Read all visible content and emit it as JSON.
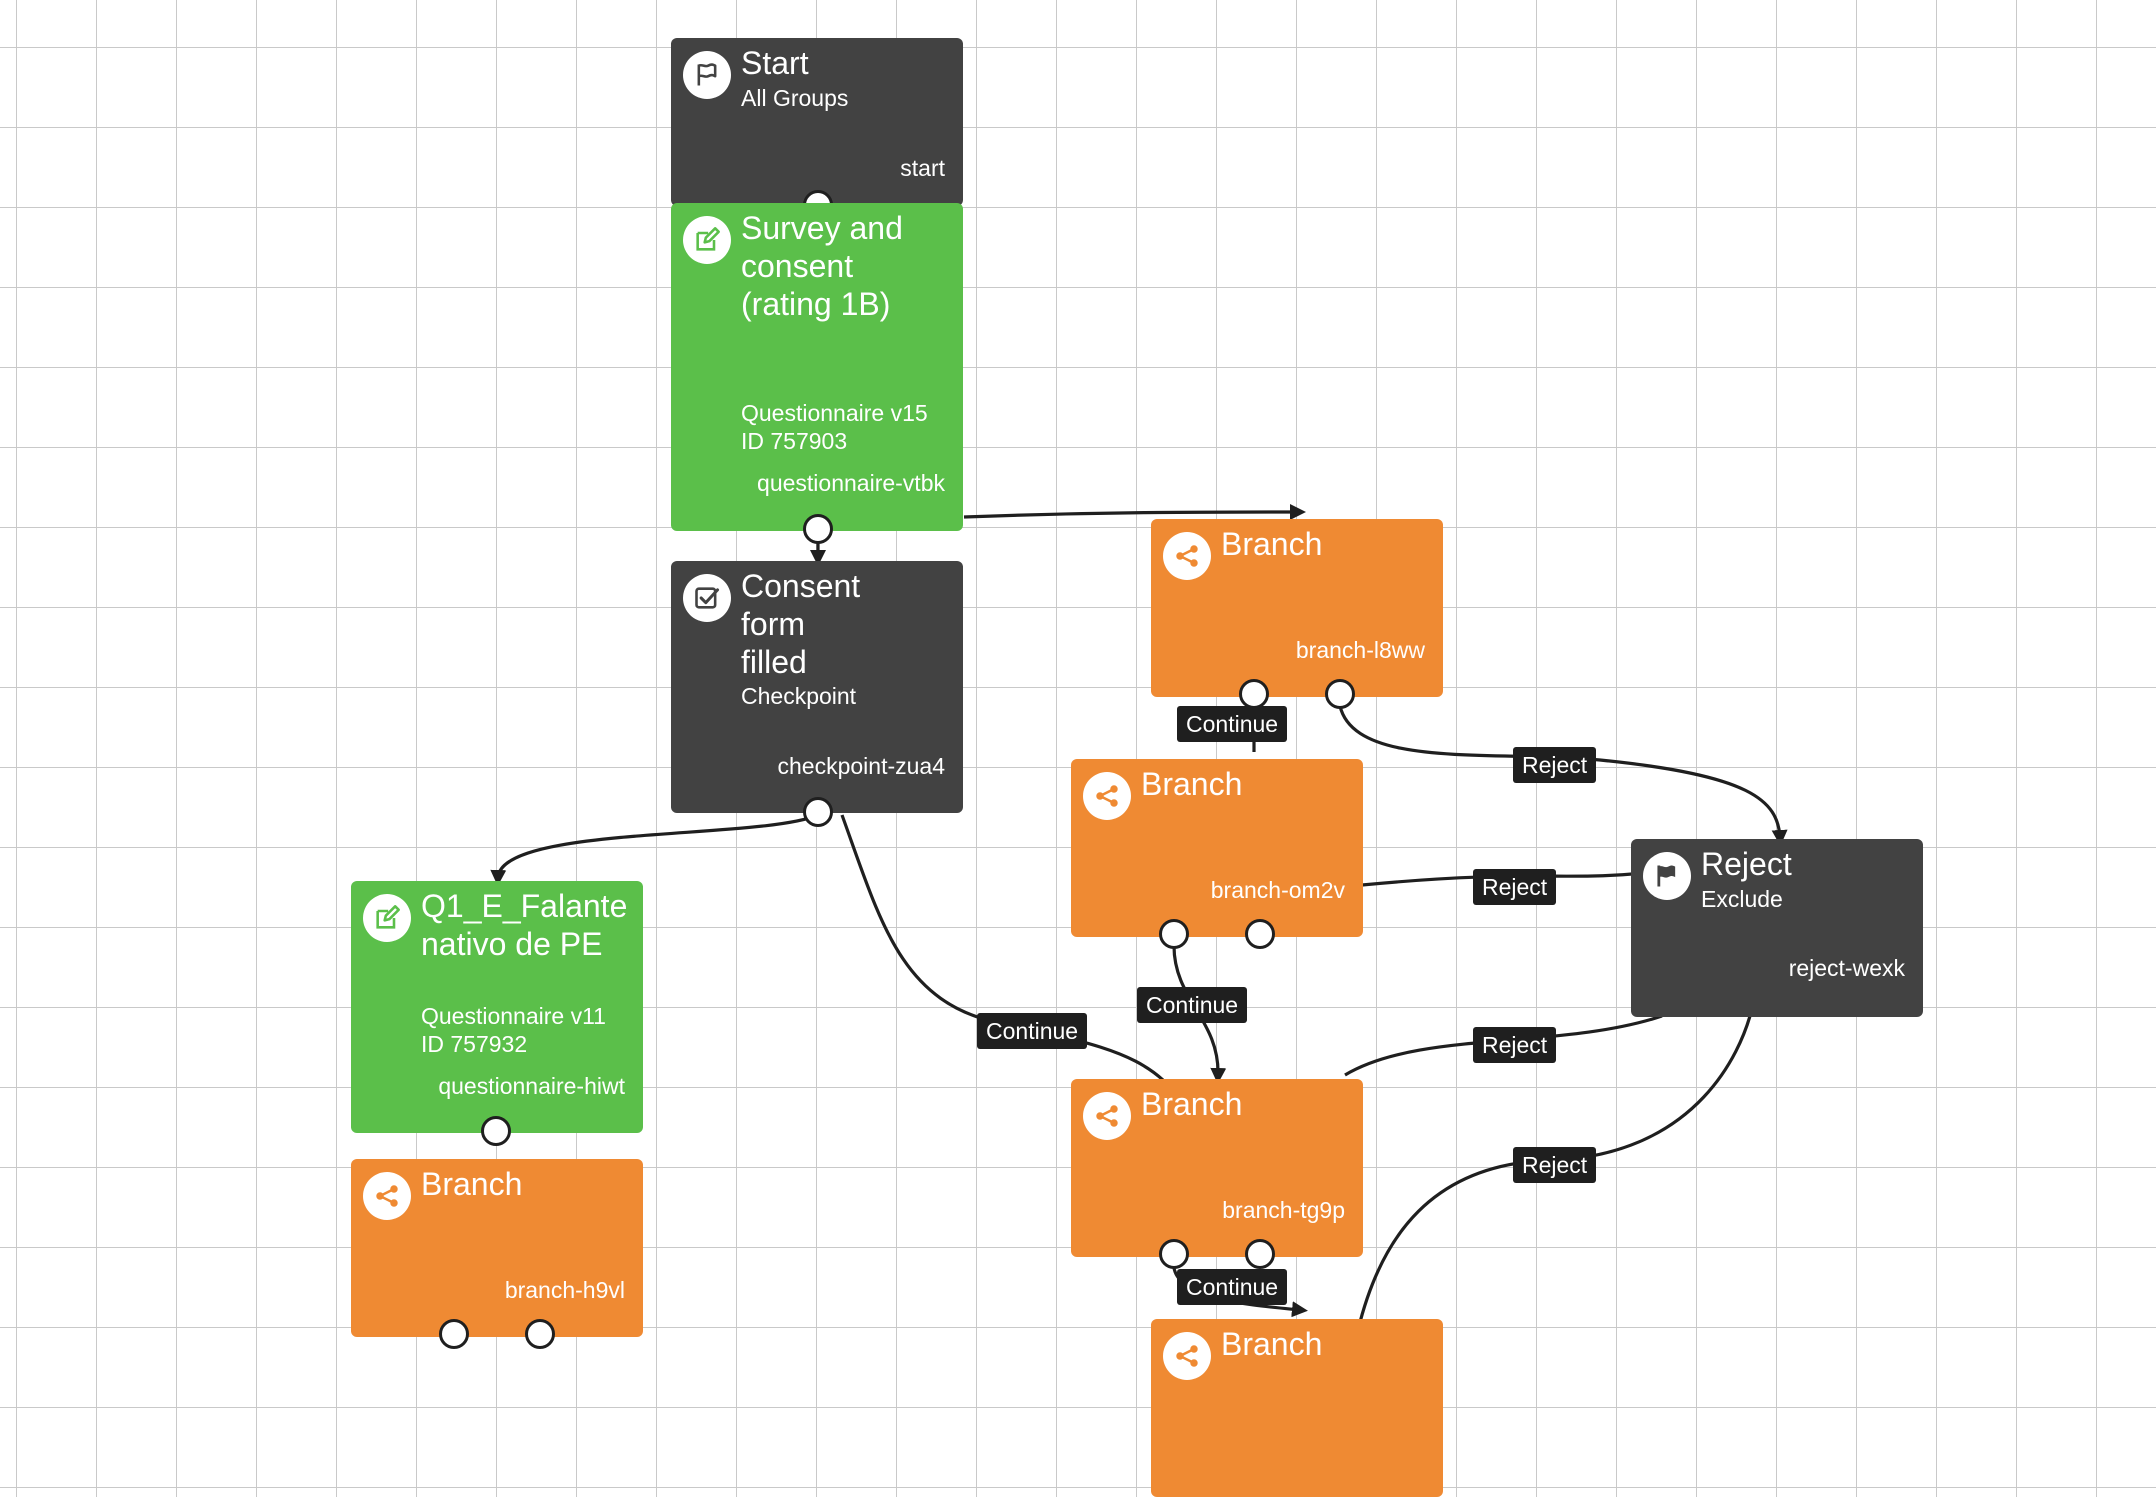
{
  "nodes": {
    "start": {
      "title": "Start",
      "subtitle": "All Groups",
      "id": "start",
      "icon": "flag-outline-icon"
    },
    "survey": {
      "title": "Survey and consent (rating 1B)",
      "subtitle1": "Questionnaire v15",
      "subtitle2": "ID 757903",
      "id": "questionnaire-vtbk",
      "icon": "edit-icon"
    },
    "consent": {
      "title": "Consent form filled",
      "subtitle": "Checkpoint",
      "id": "checkpoint-zua4",
      "icon": "checkbox-icon"
    },
    "q1": {
      "title": "Q1_E_Falante nativo de PE",
      "subtitle1": "Questionnaire v11",
      "subtitle2": "ID 757932",
      "id": "questionnaire-hiwt",
      "icon": "edit-icon"
    },
    "branch_h9vl": {
      "title": "Branch",
      "id": "branch-h9vl",
      "icon": "share-icon"
    },
    "branch_l8ww": {
      "title": "Branch",
      "id": "branch-l8ww",
      "icon": "share-icon"
    },
    "branch_om2v": {
      "title": "Branch",
      "id": "branch-om2v",
      "icon": "share-icon"
    },
    "branch_tg9p": {
      "title": "Branch",
      "id": "branch-tg9p",
      "icon": "share-icon"
    },
    "branch_bottom": {
      "title": "Branch",
      "icon": "share-icon"
    },
    "reject": {
      "title": "Reject",
      "subtitle": "Exclude",
      "id": "reject-wexk",
      "icon": "flag-filled-icon"
    }
  },
  "edge_labels": {
    "l8ww_continue": "Continue",
    "l8ww_reject": "Reject",
    "om2v_reject": "Reject",
    "om2v_continue": "Continue",
    "consent_continue": "Continue",
    "tg9p_reject": "Reject",
    "bottom_reject": "Reject",
    "tg9p_continue": "Continue"
  },
  "colors": {
    "dark_node": "#424242",
    "questionnaire_node": "#5bbf4a",
    "branch_node": "#ef8a33",
    "edge": "#1f1f1f"
  }
}
